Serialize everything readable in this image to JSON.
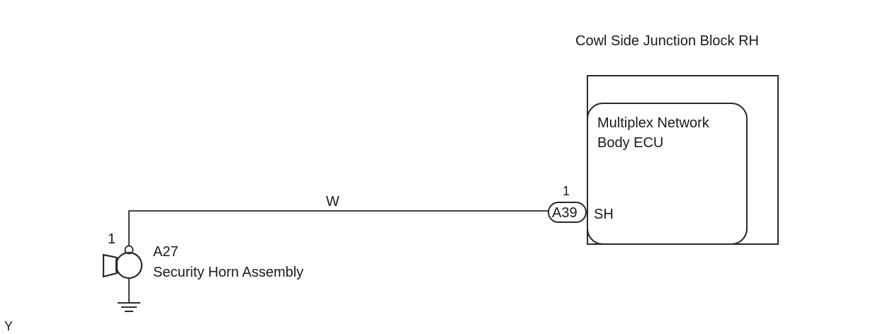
{
  "junction_block": {
    "title": "Cowl Side Junction Block RH"
  },
  "ecu": {
    "name_line1": "Multiplex Network",
    "name_line2": "Body ECU",
    "terminal": "SH"
  },
  "connector_a39": {
    "code": "A39",
    "pin": "1"
  },
  "wire": {
    "color_code": "W"
  },
  "horn": {
    "code": "A27",
    "name": "Security Horn Assembly",
    "pin": "1"
  },
  "corner_mark": "Y"
}
